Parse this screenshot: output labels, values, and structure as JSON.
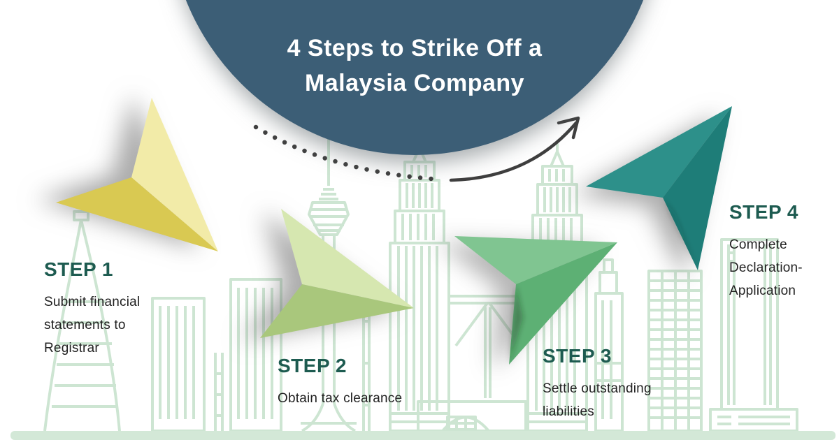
{
  "title": {
    "line1": "4 Steps to Strike Off a",
    "line2": "Malaysia Company"
  },
  "steps": [
    {
      "label": "STEP 1",
      "lines": [
        "Submit financial",
        "statements to",
        "Registrar"
      ]
    },
    {
      "label": "STEP 2",
      "lines": [
        "Obtain tax clearance"
      ]
    },
    {
      "label": "STEP 3",
      "lines": [
        "Settle outstanding",
        "liabilities"
      ]
    },
    {
      "label": "STEP 4",
      "lines": [
        "Complete",
        "Declaration-",
        "Application"
      ]
    }
  ],
  "colors": {
    "circle": "#3c5e76",
    "heading": "#1d5b50",
    "body_text": "#212121",
    "skyline": "#cde5d2",
    "ground": "#d3e8d7",
    "arrow": "#3f3f3f",
    "plane1_light": "#f2eba8",
    "plane1_dark": "#d9c952",
    "plane2_light": "#d6e7b0",
    "plane2_dark": "#a9c77c",
    "plane3_light": "#80c591",
    "plane3_dark": "#5db074",
    "plane4_light": "#2d908a",
    "plane4_dark": "#1e7d78"
  },
  "icons": {
    "plane1": "paper-plane-yellow",
    "plane2": "paper-plane-light-green",
    "plane3": "paper-plane-green",
    "plane4": "paper-plane-teal",
    "arrow": "curved-flow-arrow",
    "skyline": "kuala-lumpur-skyline"
  }
}
